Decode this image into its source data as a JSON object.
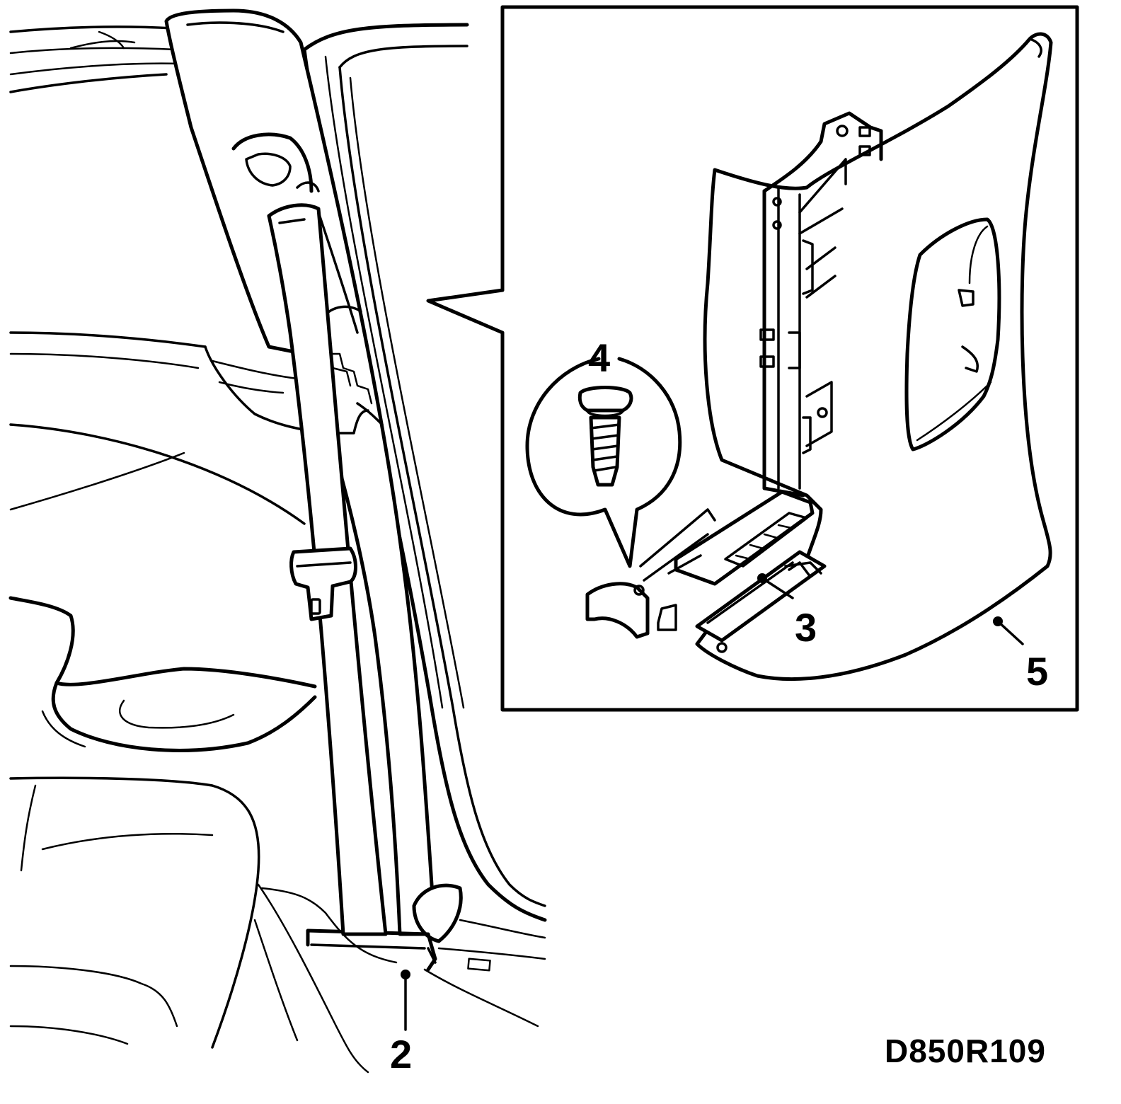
{
  "callouts": {
    "item_2": "2",
    "item_3": "3",
    "item_4": "4",
    "item_5": "5"
  },
  "figure_code": "D850R109",
  "icons": {
    "pillar_trim": "b-pillar-trim-icon",
    "seat_belt": "seat-belt-icon",
    "screw": "screw-icon",
    "panel": "lower-trim-panel-icon"
  }
}
